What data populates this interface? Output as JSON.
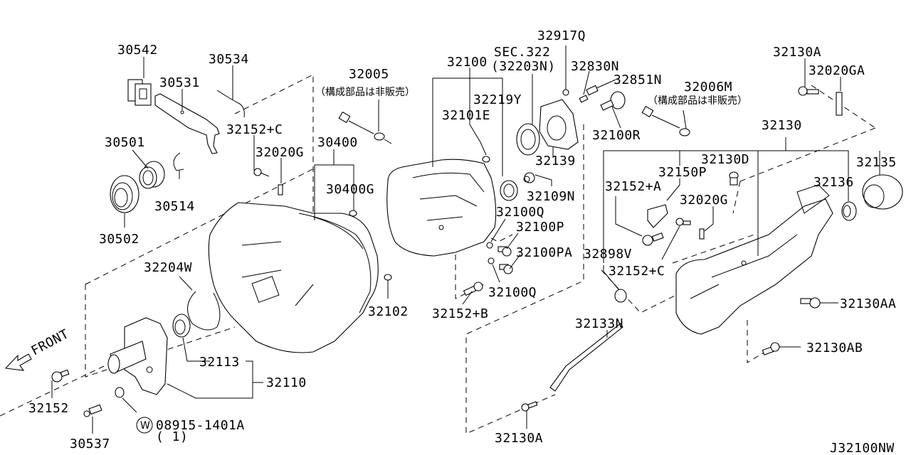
{
  "diagram": {
    "code": "J32100NW",
    "front_label": "FRONT",
    "not_sold_note": "（構成部品は非販売）",
    "washer_symbol": "W",
    "labels": {
      "p30542": "30542",
      "p30534": "30534",
      "p30531": "30531",
      "p32152C_top": "32152+C",
      "p30501": "30501",
      "p32020G_left": "32020G",
      "p30400": "30400",
      "p30514": "30514",
      "p30400G": "30400G",
      "p30502": "30502",
      "p32005": "32005",
      "p32100": "32100",
      "p32219Y": "32219Y",
      "p32101E": "32101E",
      "sec322": "SEC.322",
      "p32203N": "(32203N)",
      "p32917Q": "32917Q",
      "p32830N": "32830N",
      "p32851N": "32851N",
      "p32100R": "32100R",
      "p32139": "32139",
      "p32109N": "32109N",
      "p32100Q_a": "32100Q",
      "p32100P": "32100P",
      "p32100PA": "32100PA",
      "p32100Q_b": "32100Q",
      "p32152B": "32152+B",
      "p32102": "32102",
      "p32006M": "32006M",
      "p32130A_top": "32130A",
      "p32020GA": "32020GA",
      "p32130": "32130",
      "p32130D": "32130D",
      "p32150P": "32150P",
      "p32152A": "32152+A",
      "p32020G_right": "32020G",
      "p32135": "32135",
      "p32136": "32136",
      "p32898V": "32898V",
      "p32152C_right": "32152+C",
      "p32130AA": "32130AA",
      "p32133N": "32133N",
      "p32130AB": "32130AB",
      "p32130A_bottom": "32130A",
      "p32204W": "32204W",
      "p32113": "32113",
      "p32110": "32110",
      "p32152": "32152",
      "p30537": "30537",
      "p08915": "08915-1401A",
      "p08915_qty": "( 1)"
    }
  }
}
